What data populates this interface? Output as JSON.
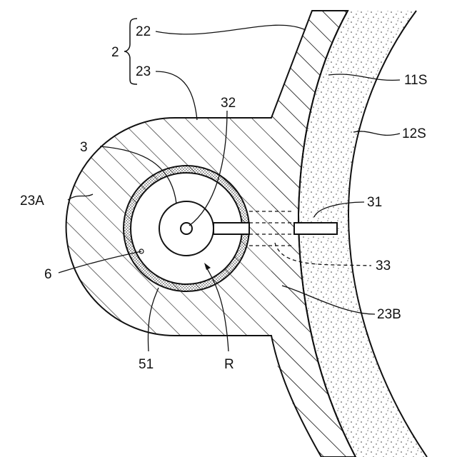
{
  "labels": {
    "group_2": "2",
    "part_22": "22",
    "part_23": "23",
    "part_32": "32",
    "part_3": "3",
    "part_11s": "11S",
    "part_12s": "12S",
    "part_23a": "23A",
    "part_31": "31",
    "part_33": "33",
    "part_6": "6",
    "part_23b": "23B",
    "part_51": "51",
    "region_r": "R"
  },
  "colors": {
    "line": "#111111",
    "hatch": "#111111",
    "dots": "#333333",
    "background": "#ffffff"
  }
}
